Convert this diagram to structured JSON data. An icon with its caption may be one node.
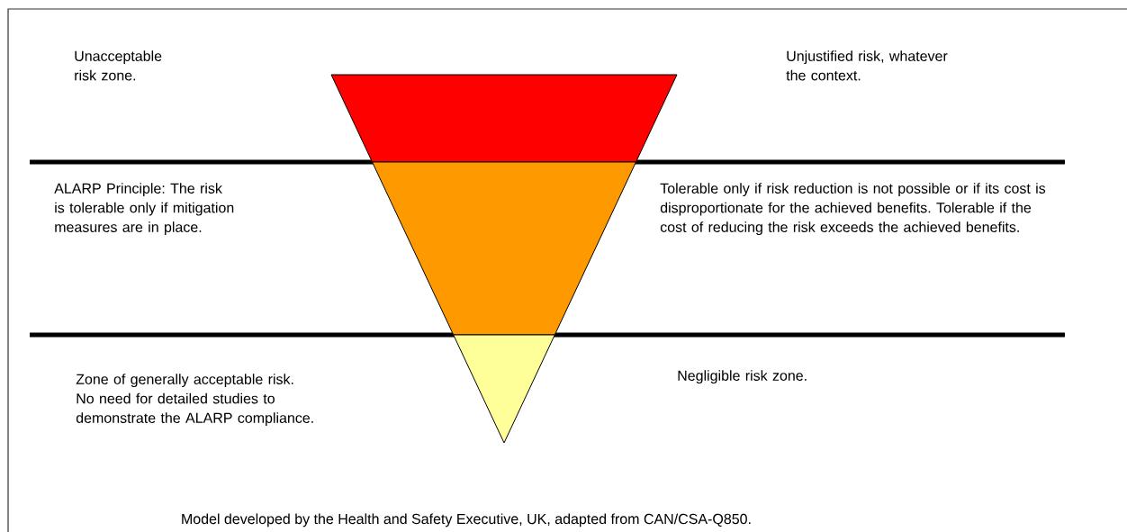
{
  "diagram": {
    "caption": "Model developed by the Health and Safety Executive, UK, adapted from CAN/CSA-Q850.",
    "nodes": [
      {
        "text": [],
        "shape": "trapezoid"
      },
      {
        "text": [],
        "shape": "trapezoid"
      },
      {
        "text": [],
        "shape": "triangle"
      }
    ],
    "labels": [
      "Unacceptable risk zone.",
      "Unjustified risk, whatever the context.",
      "ALARP Principle: The risk is tolerable only if mitigation measures are in place.",
      "Tolerable only if risk reduction is not possible or if its cost is disproportionate for the achieved benefits. Tolerable if the cost of reducing the risk exceeds the achieved benefits.",
      "Zone of generally acceptable risk. No need for detailed studies to demonstrate the ALARP compliance.",
      "Negligible risk zone."
    ]
  }
}
